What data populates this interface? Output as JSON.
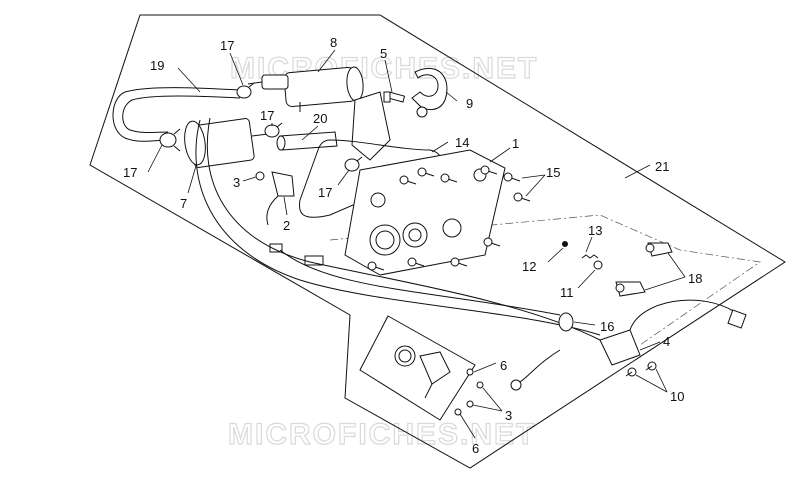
{
  "watermark": {
    "top": "MICROFICHES.NET",
    "bottom": "MICROFICHES.NET"
  },
  "callouts": {
    "c1": "1",
    "c2": "2",
    "c3_top": "3",
    "c3_bottom": "3",
    "c4": "4",
    "c5": "5",
    "c6_top": "6",
    "c6_bottom": "6",
    "c7": "7",
    "c8": "8",
    "c9": "9",
    "c10": "10",
    "c11": "11",
    "c12": "12",
    "c13": "13",
    "c14": "14",
    "c15": "15",
    "c16": "16",
    "c17_a": "17",
    "c17_b": "17",
    "c17_c": "17",
    "c17_d": "17",
    "c18": "18",
    "c19": "19",
    "c20": "20",
    "c21": "21"
  }
}
